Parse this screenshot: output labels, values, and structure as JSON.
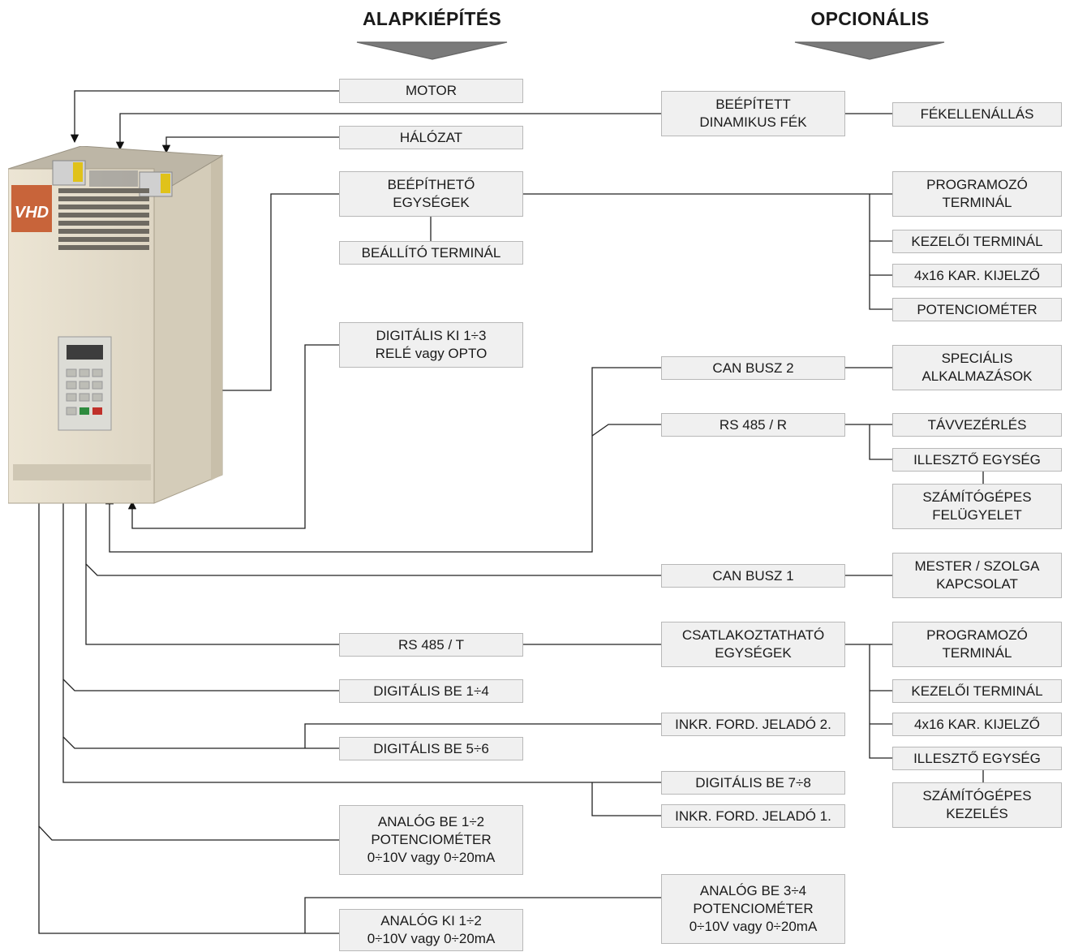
{
  "headers": {
    "basic": "ALAPKIÉPÍTÉS",
    "optional": "OPCIONÁLIS"
  },
  "device": {
    "brand_logo": "VHD"
  },
  "boxes": {
    "motor": "MOTOR",
    "beepitett_fek": "BEÉPÍTETT\nDINAMIKUS FÉK",
    "fekellenallas": "FÉKELLENÁLLÁS",
    "halozat": "HÁLÓZAT",
    "beepitheto": "BEÉPÍTHETŐ\nEGYSÉGEK",
    "beallito_terminal": "BEÁLLÍTÓ TERMINÁL",
    "programozo_terminal_1": "PROGRAMOZÓ\nTERMINÁL",
    "kezeloi_terminal_1": "KEZELŐI TERMINÁL",
    "kijelzo_1": "4x16 KAR. KIJELZŐ",
    "potenciometer": "POTENCIOMÉTER",
    "digitalis_ki": "DIGITÁLIS KI 1÷3\nRELÉ vagy OPTO",
    "can_busz_2": "CAN BUSZ 2",
    "specialis": "SPECIÁLIS\nALKALMAZÁSOK",
    "rs485_r": "RS 485 / R",
    "tavvezerles": "TÁVVEZÉRLÉS",
    "illeszto_1": "ILLESZTŐ EGYSÉG",
    "szamitogepes_felugyelet": "SZÁMÍTÓGÉPES\nFELÜGYELET",
    "can_busz_1": "CAN BUSZ 1",
    "mester_szolga": "MESTER / SZOLGA\nKAPCSOLAT",
    "rs485_t": "RS 485 / T",
    "csatlakoztathato": "CSATLAKOZTATHATÓ\nEGYSÉGEK",
    "programozo_terminal_2": "PROGRAMOZÓ\nTERMINÁL",
    "digitalis_be_14": "DIGITÁLIS BE 1÷4",
    "kezeloi_terminal_2": "KEZELŐI TERMINÁL",
    "inkr_2": "INKR. FORD. JELADÓ 2.",
    "kijelzo_2": "4x16 KAR. KIJELZŐ",
    "digitalis_be_56": "DIGITÁLIS BE 5÷6",
    "illeszto_2": "ILLESZTŐ EGYSÉG",
    "digitalis_be_78": "DIGITÁLIS BE 7÷8",
    "szamitogepes_kezeles": "SZÁMÍTÓGÉPES\nKEZELÉS",
    "inkr_1": "INKR. FORD. JELADÓ 1.",
    "analog_be_12": "ANALÓG BE 1÷2\nPOTENCIOMÉTER\n0÷10V vagy 0÷20mA",
    "analog_be_34": "ANALÓG BE 3÷4\nPOTENCIOMÉTER\n0÷10V vagy 0÷20mA",
    "analog_ki_12": "ANALÓG KI 1÷2\n0÷10V vagy 0÷20mA"
  }
}
